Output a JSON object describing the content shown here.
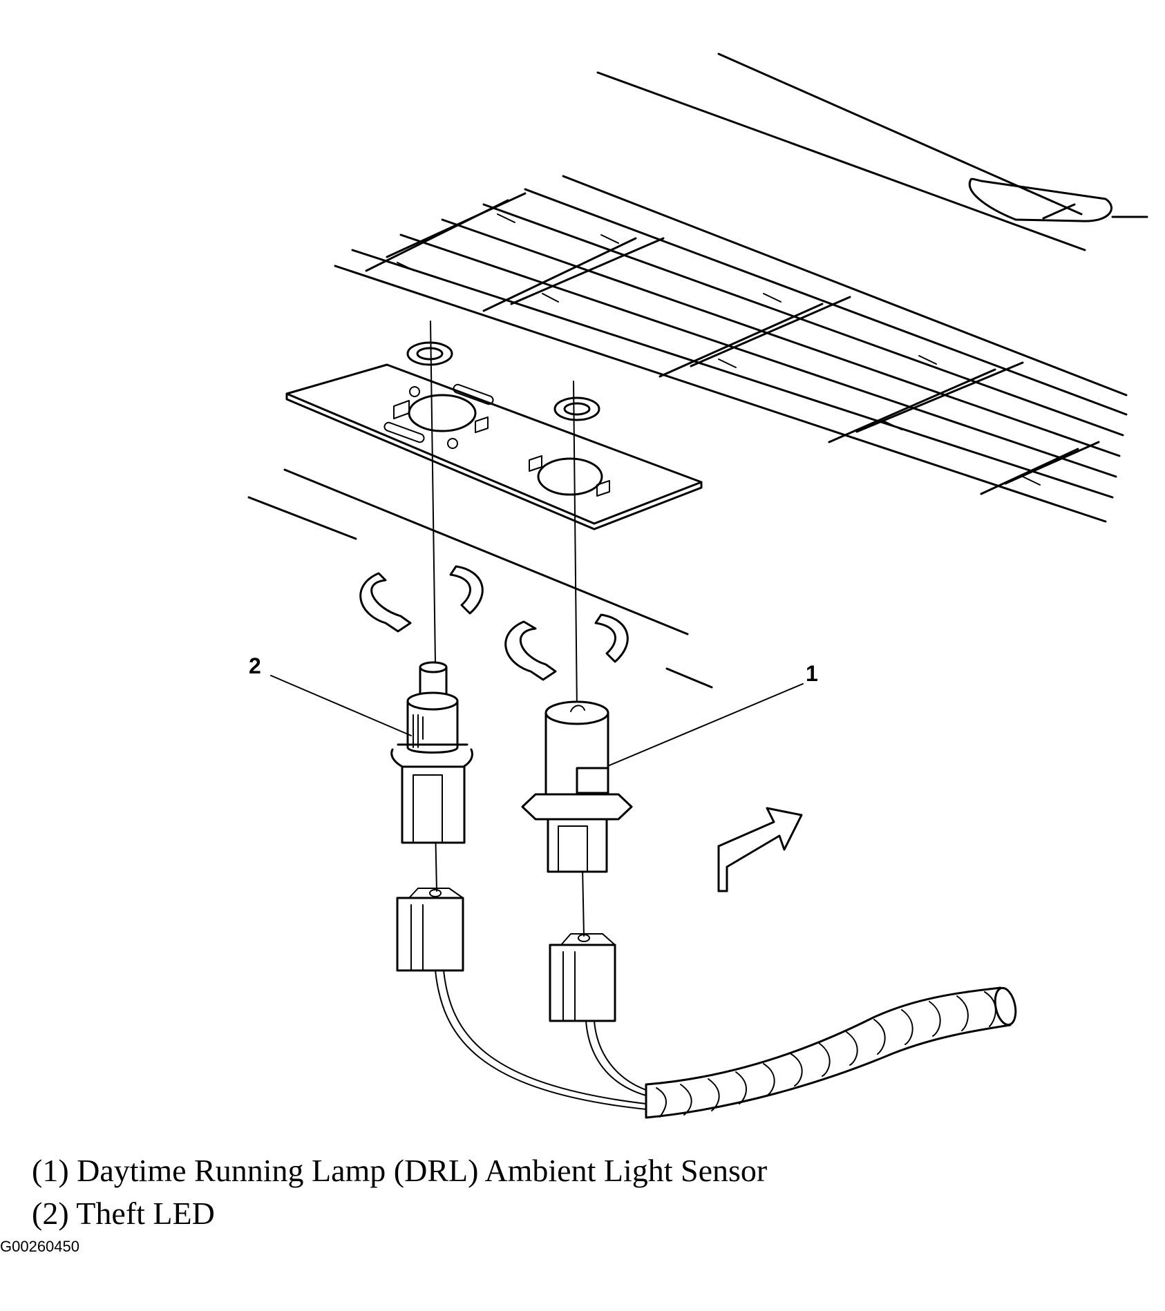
{
  "callouts": [
    {
      "number": "1"
    },
    {
      "number": "2"
    }
  ],
  "legend": [
    {
      "text": "(1) Daytime Running Lamp (DRL) Ambient Light Sensor"
    },
    {
      "text": "(2) Theft LED"
    }
  ],
  "figure_id": "G00260450"
}
